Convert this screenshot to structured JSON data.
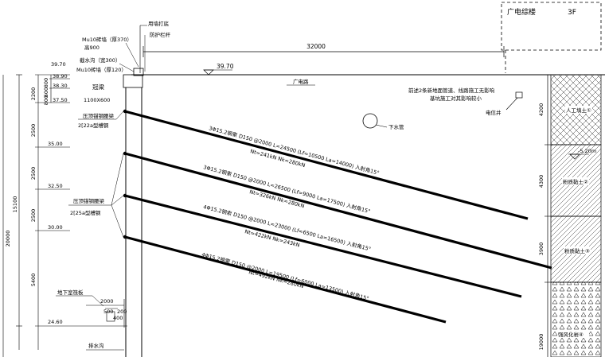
{
  "building": {
    "name": "广电综楼",
    "floors": "3F"
  },
  "top_dim": "32000",
  "ground_elev": "39.70",
  "road_label": "广电路",
  "pipe_note_1": "前述2条新地面管道、线路施工无影响",
  "pipe_note_2": "基坑施工对其影响较小",
  "manhole_label": "电信井",
  "sewer_label": "下水管",
  "wall_labels": [
    {
      "id": "wall1",
      "text": "Mu10砖墙（厚370）"
    },
    {
      "id": "wall2",
      "text": "高900"
    },
    {
      "id": "wall3",
      "text": "截水沟（宽300）"
    },
    {
      "id": "wall4",
      "text": "Mu10砖墙（厚120）"
    }
  ],
  "top_notes": [
    {
      "id": "n1",
      "text": "用墙打底"
    },
    {
      "id": "n2",
      "text": "防护栏杆"
    }
  ],
  "crown_beam": {
    "title": "冠梁",
    "size": "1100X600"
  },
  "waling_1": {
    "title": "压顶锚钢腰梁",
    "spec": "2[22a型槽钢"
  },
  "waling_2": {
    "title": "压顶锚钢腰梁",
    "spec": "2[25a型槽钢"
  },
  "elevations": [
    "39.70",
    "38.90",
    "38.30",
    "37.50",
    "35.00",
    "32.50",
    "30.00",
    "24.60"
  ],
  "left_dims": [
    "2200",
    "800",
    "600",
    "800",
    "2500",
    "2500",
    "2500",
    "5400"
  ],
  "total_dims": [
    "15100",
    "20000"
  ],
  "right_dims": [
    "4200",
    "4300",
    "3900",
    "19000"
  ],
  "anchors": [
    {
      "spec": "3Φ15.2钢索 D150 @2000 L=24500 (Lf=10500 La=14000) 入射角15°",
      "force": "Nt=241kN Nk=280kN"
    },
    {
      "spec": "3Φ15.2钢索 D150 @2000 L=26500 (Lf=9000 La=17500) 入射角15°",
      "force": "Nt=326kN Nk=280kN"
    },
    {
      "spec": "4Φ15.2钢索 D150 @2000 L=23000 (Lf=6500 La=16500) 入射角15°",
      "force": "Nt=422kN Nk=243kN"
    },
    {
      "spec": "4Φ15.2钢索 D150 @2000 L=19500 (Lf=6000 La=13500) 入射角15°",
      "force": "Nt=492kN Nk=280kN"
    }
  ],
  "soil_layers": [
    "人工填土①",
    "粉质黏土②",
    "粉质黏土③",
    "强风化岩④"
  ],
  "water_level": "-5.20m",
  "basement": {
    "label": "地下室筏板",
    "dim1": "2000",
    "dim2": "500",
    "dim3": "200",
    "dim4": "400"
  },
  "drain_label": "排水沟"
}
